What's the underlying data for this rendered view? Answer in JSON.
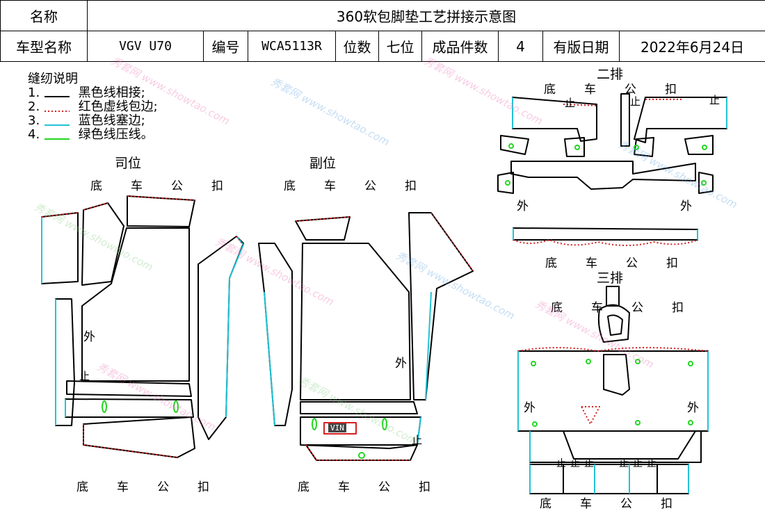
{
  "header": {
    "name_label": "名称",
    "title": "360软包脚垫工艺拼接示意图",
    "model_label": "车型名称",
    "model_value": "VGV U70",
    "code_label": "编号",
    "code_value": "WCA5113R",
    "seats_label": "位数",
    "seats_value": "七位",
    "pieces_label": "成品件数",
    "pieces_value": "4",
    "date_label": "有版日期",
    "date_value": "2022年6月24日"
  },
  "legend": {
    "title": "缝纫说明",
    "items": [
      {
        "num": "1.",
        "text": "黑色线相接;",
        "color": "#000000",
        "style": "solid"
      },
      {
        "num": "2.",
        "text": "红色虚线包边;",
        "color": "#d62020",
        "style": "dotted"
      },
      {
        "num": "3.",
        "text": "蓝色线塞边;",
        "color": "#22c3d6",
        "style": "solid"
      },
      {
        "num": "4.",
        "text": "绿色线压线。",
        "color": "#22d622",
        "style": "solid"
      }
    ]
  },
  "sections": {
    "driver": "司位",
    "passenger": "副位",
    "row2": "二排",
    "row3": "三排"
  },
  "direction_words": [
    "底",
    "车",
    "公",
    "扣"
  ],
  "labels": {
    "outer": "外",
    "stop": "止",
    "vin": "VIN"
  },
  "watermark": {
    "cn": "秀套网",
    "url": "www.showtao.com"
  },
  "colors": {
    "black_line": "#000000",
    "red_edge": "#d62020",
    "blue_edge": "#22c3d6",
    "green_mark": "#22d622"
  }
}
